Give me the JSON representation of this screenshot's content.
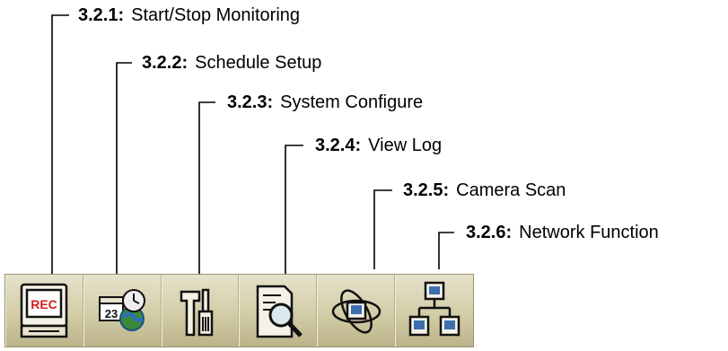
{
  "callouts": [
    {
      "number": "3.2.1:",
      "label": "Start/Stop Monitoring"
    },
    {
      "number": "3.2.2:",
      "label": "Schedule Setup"
    },
    {
      "number": "3.2.3:",
      "label": "System Configure"
    },
    {
      "number": "3.2.4:",
      "label": "View Log"
    },
    {
      "number": "3.2.5:",
      "label": "Camera Scan"
    },
    {
      "number": "3.2.6:",
      "label": "Network Function"
    }
  ],
  "toolbar": {
    "buttons": [
      {
        "icon": "rec-monitor-icon",
        "badge": "REC"
      },
      {
        "icon": "calendar-clock-globe-icon",
        "badge": "23"
      },
      {
        "icon": "tools-icon"
      },
      {
        "icon": "magnifier-document-icon"
      },
      {
        "icon": "camera-scan-icon"
      },
      {
        "icon": "network-icon"
      }
    ]
  },
  "colors": {
    "toolbar_bg": "#d2cda6",
    "rec_red": "#d42020",
    "screen_blue": "#3d6fb0",
    "icon_outline": "#111111"
  }
}
